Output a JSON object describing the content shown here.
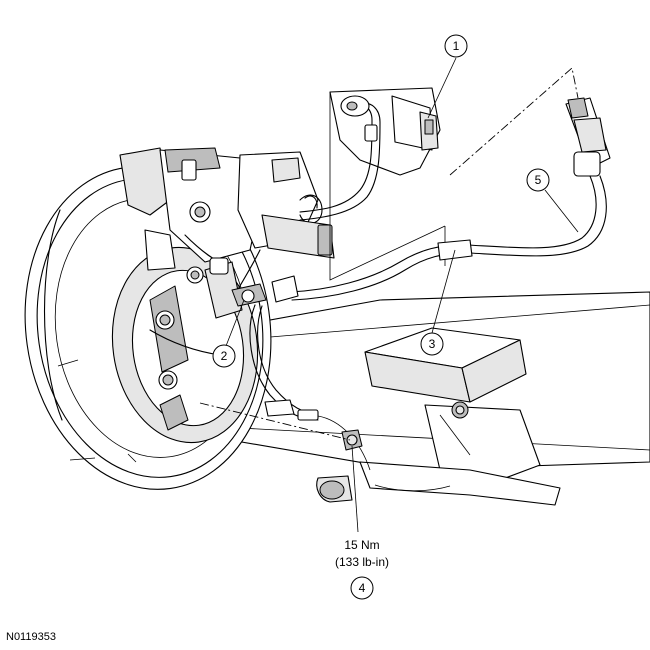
{
  "callouts": [
    {
      "label": "1"
    },
    {
      "label": "2"
    },
    {
      "label": "3"
    },
    {
      "label": "4"
    },
    {
      "label": "5"
    }
  ],
  "torque_spec": {
    "metric": "15 Nm",
    "imperial": "(133 lb-in)"
  },
  "figure_id": "N0119353"
}
